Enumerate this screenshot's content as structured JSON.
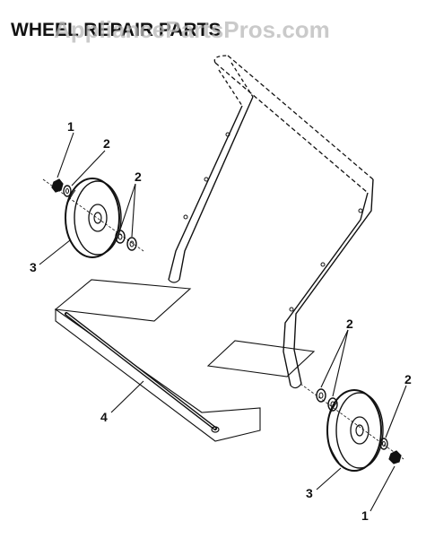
{
  "title": "WHEEL REPAIR PARTS",
  "watermark": "AppliancePartsPros.com",
  "callouts": {
    "nut_left": "1",
    "washer_left_outer": "2",
    "washers_left_inner": "2",
    "wheel_left": "3",
    "axle": "4",
    "washers_right_inner": "2",
    "washer_right_outer": "2",
    "wheel_right": "3",
    "nut_right": "1"
  },
  "colors": {
    "ink": "#111111",
    "watermark": "#b9b9b9",
    "background": "#ffffff"
  }
}
